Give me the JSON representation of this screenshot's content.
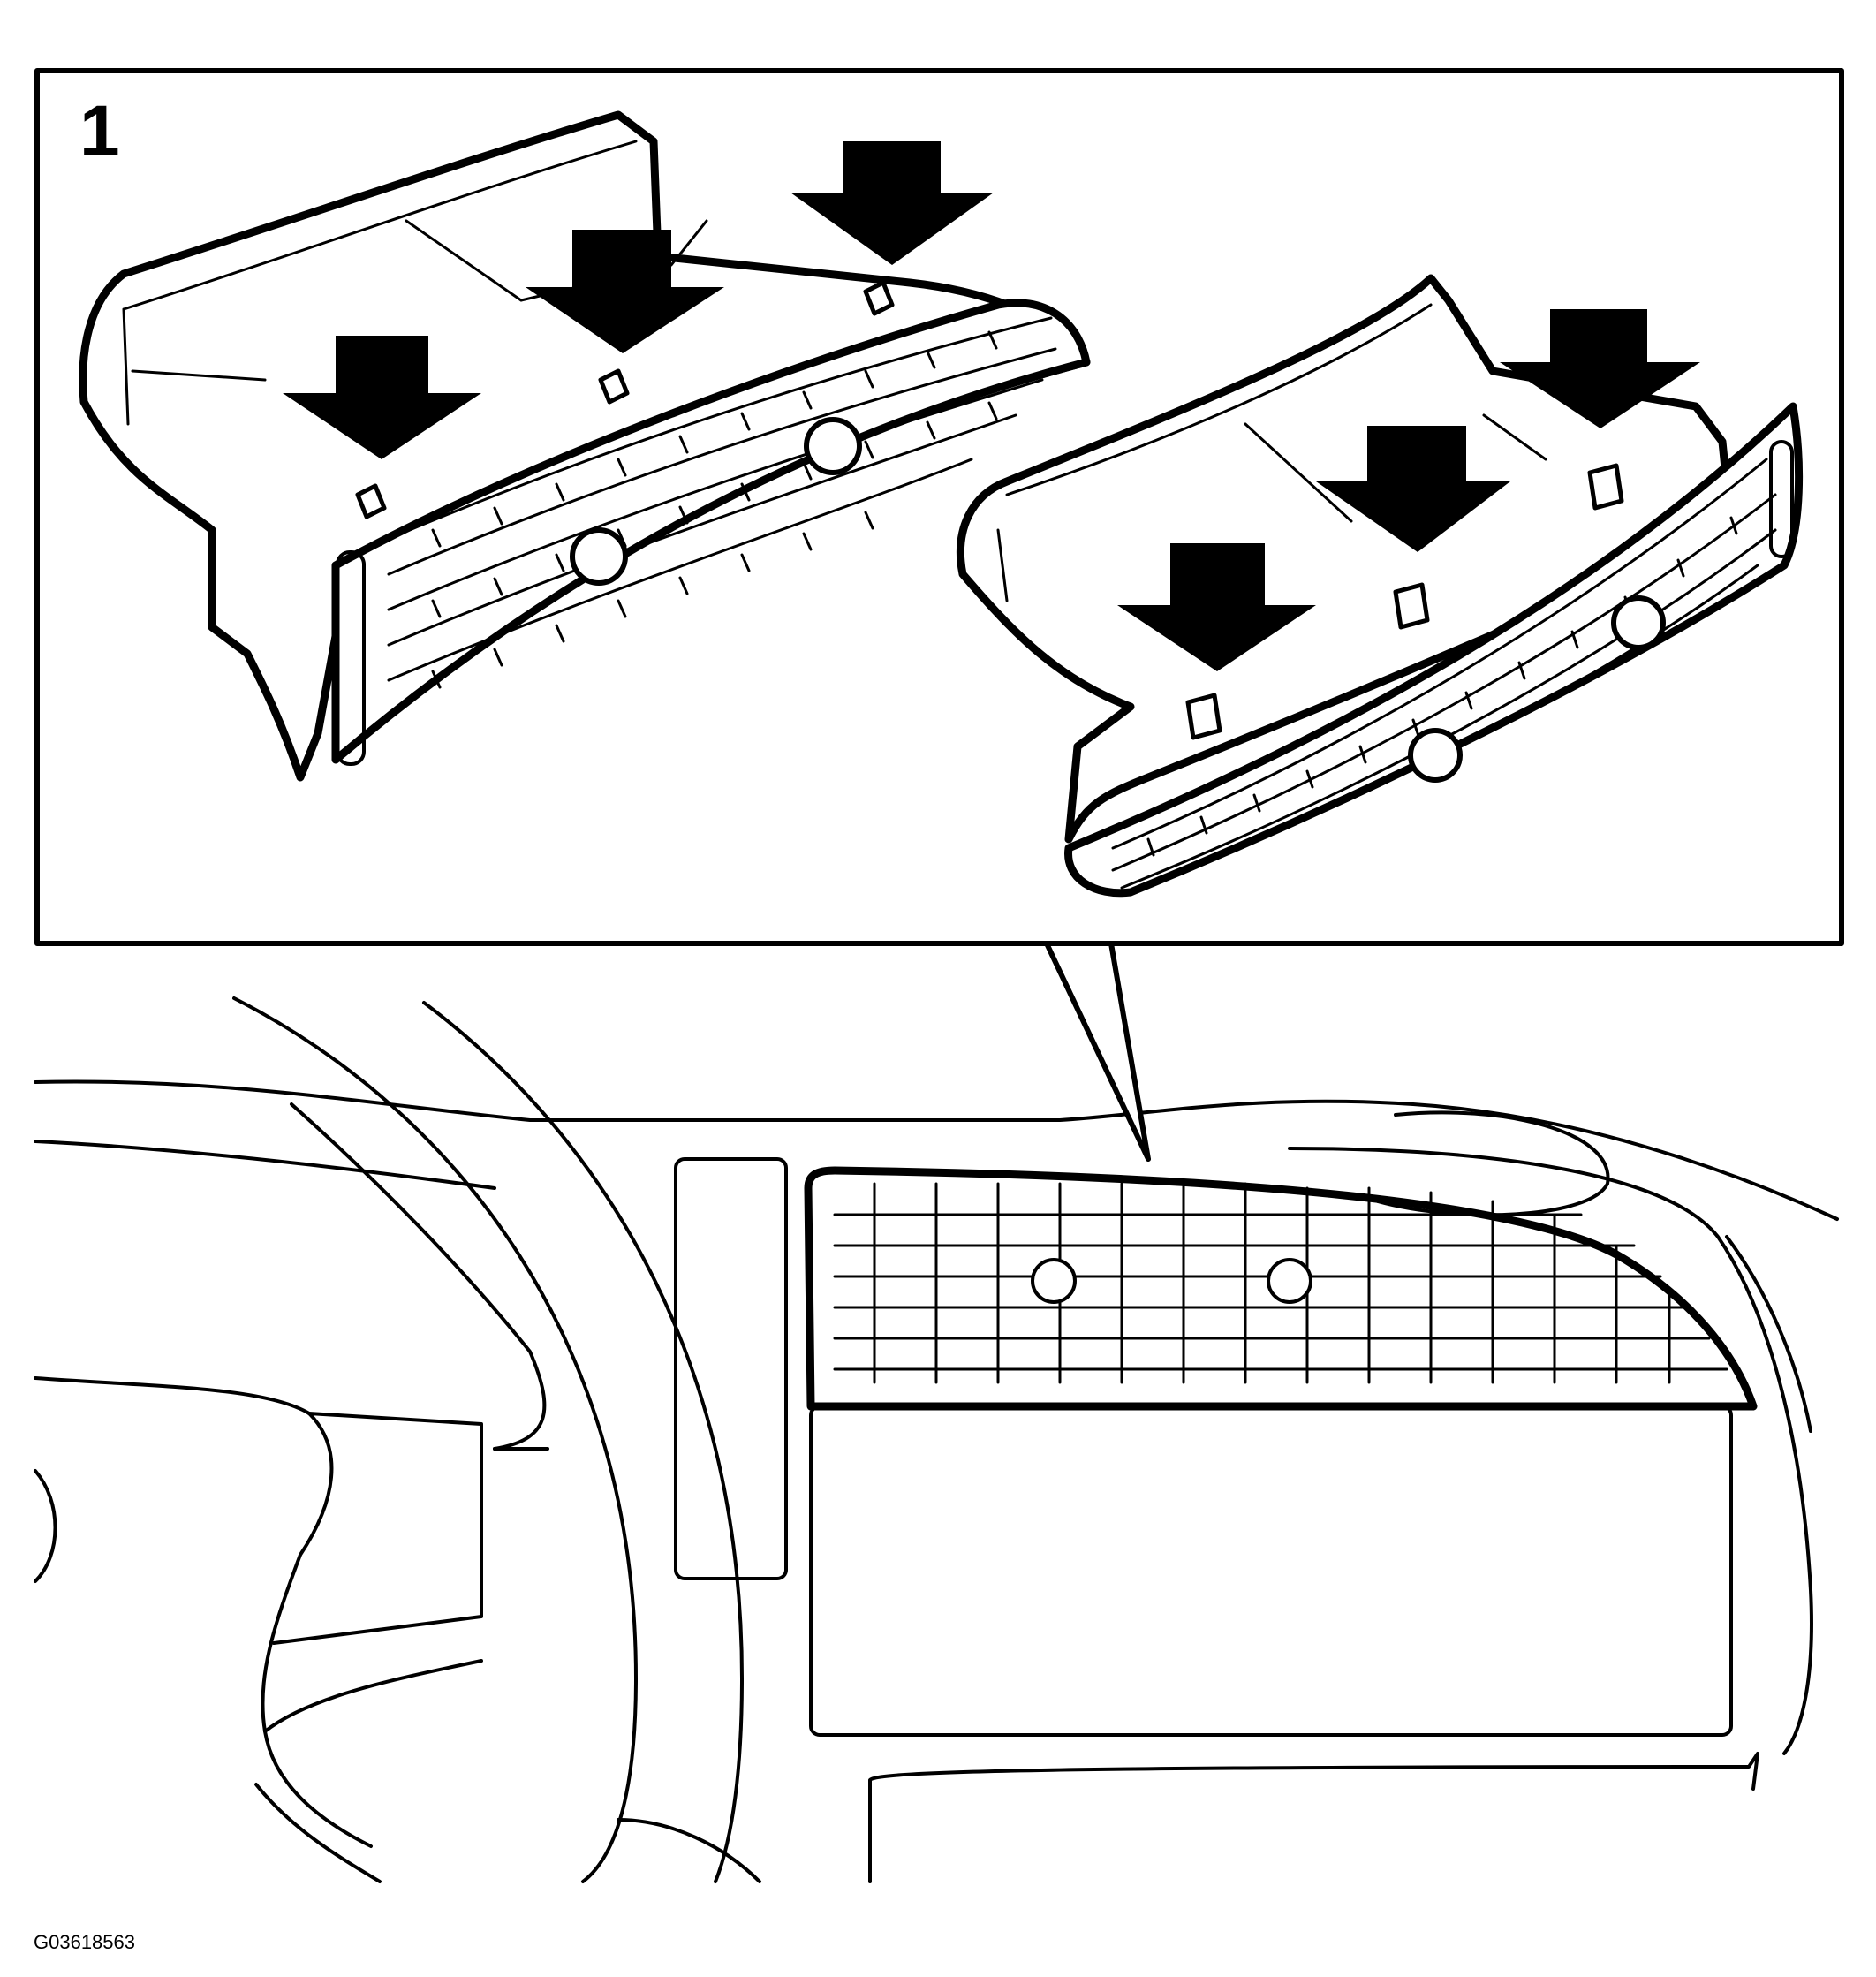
{
  "figure": {
    "step_number": "1",
    "figure_id": "G03618563",
    "arrow_color": "#000000",
    "line_color": "#000000",
    "background": "#ffffff"
  },
  "inset": {
    "parts": [
      {
        "name": "vent-unit-rear-view",
        "release-arrows": 3
      },
      {
        "name": "vent-unit-front-view",
        "release-arrows": 3
      }
    ]
  }
}
